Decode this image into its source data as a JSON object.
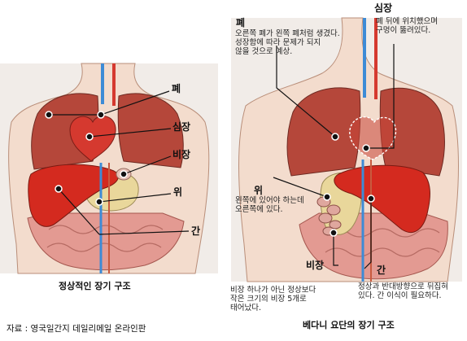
{
  "normal": {
    "labels": {
      "lung": "폐",
      "heart": "심장",
      "spleen": "비장",
      "stomach": "위",
      "liver": "간"
    },
    "caption": "정상적인 장기 구조"
  },
  "bedani": {
    "labels": {
      "lung": "폐",
      "heart": "심장",
      "stomach": "위",
      "spleen": "비장",
      "liver": "간"
    },
    "notes": {
      "lung": [
        "오른쪽 폐가 왼쪽 폐처럼 생겼다.",
        "성장함에 따라 문제가 되지",
        "않을 것으로 예상."
      ],
      "heart": [
        "폐 뒤에 위치했으며",
        "구멍이 뚫려있다."
      ],
      "stomach": [
        "왼쪽에 있어야 하는데",
        "오른쪽에 있다."
      ],
      "spleen": [
        "비장 하나가 아닌 정상보다",
        "작은 크기의 비장 5개로",
        "태어났다."
      ],
      "liver": [
        "정상과 반대방향으로 뒤집혀",
        "있다. 간 이식이 필요하다."
      ]
    },
    "caption": "베다니 요단의 장기 구조"
  },
  "source": "자료 : 영국일간지 데일리메일 온라인판",
  "colors": {
    "skin": "#f3dccd",
    "lung": "#b5473a",
    "heart": "#d5392f",
    "liver": "#d42a1f",
    "stomach": "#e9d79b",
    "intestine": "#e39a92",
    "vessel": "#3d8bd6"
  }
}
